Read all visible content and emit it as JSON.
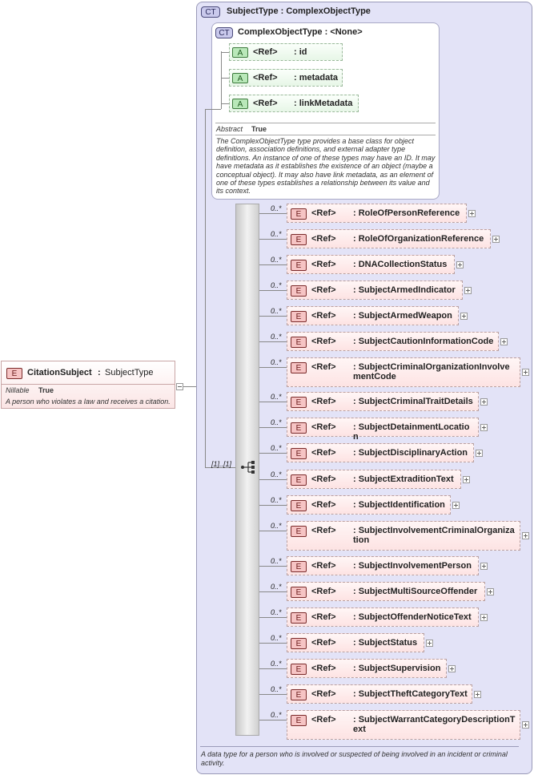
{
  "root": {
    "badge": "E",
    "name": "CitationSubject",
    "sep": ":",
    "type": "SubjectType",
    "nillable_label": "Nillable",
    "nillable_value": "True",
    "description": "A person who violates a law and receives a citation."
  },
  "subject_type": {
    "badge": "CT",
    "title": "SubjectType : ComplexObjectType",
    "description": "A data type for a person who is involved or suspected of being involved in an incident or criminal activity."
  },
  "complex_object_type": {
    "badge": "CT",
    "title": "ComplexObjectType : <None>",
    "abstract_label": "Abstract",
    "abstract_value": "True",
    "description": "The ComplexObjectType type provides a base class for object definition, association definitions, and external adapter type definitions. An instance of one of these types may have an ID. It may have metadata as it establishes the existence of an object (maybe a conceptual object). It may also have link metadata, as an element of one of these types establishes a relationship between its value and its context.",
    "attributes": [
      {
        "badge": "A",
        "ref": "<Ref>",
        "name": ": id"
      },
      {
        "badge": "A",
        "ref": "<Ref>",
        "name": ": metadata"
      },
      {
        "badge": "A",
        "ref": "<Ref>",
        "name": ": linkMetadata"
      }
    ]
  },
  "sequence": {
    "multiplicity": "[1]..[1]"
  },
  "elements": [
    {
      "mult": "0..*",
      "badge": "E",
      "ref": "<Ref>",
      "name": ": RoleOfPersonReference"
    },
    {
      "mult": "0..*",
      "badge": "E",
      "ref": "<Ref>",
      "name": ": RoleOfOrganizationReference"
    },
    {
      "mult": "0..*",
      "badge": "E",
      "ref": "<Ref>",
      "name": ": DNACollectionStatus"
    },
    {
      "mult": "0..*",
      "badge": "E",
      "ref": "<Ref>",
      "name": ": SubjectArmedIndicator"
    },
    {
      "mult": "0..*",
      "badge": "E",
      "ref": "<Ref>",
      "name": ": SubjectArmedWeapon"
    },
    {
      "mult": "0..*",
      "badge": "E",
      "ref": "<Ref>",
      "name": ": SubjectCautionInformationCode"
    },
    {
      "mult": "0..*",
      "badge": "E",
      "ref": "<Ref>",
      "name": ": SubjectCriminalOrganizationInvolvementCode"
    },
    {
      "mult": "0..*",
      "badge": "E",
      "ref": "<Ref>",
      "name": ": SubjectCriminalTraitDetails"
    },
    {
      "mult": "0..*",
      "badge": "E",
      "ref": "<Ref>",
      "name": ": SubjectDetainmentLocation"
    },
    {
      "mult": "0..*",
      "badge": "E",
      "ref": "<Ref>",
      "name": ": SubjectDisciplinaryAction"
    },
    {
      "mult": "0..*",
      "badge": "E",
      "ref": "<Ref>",
      "name": ": SubjectExtraditionText"
    },
    {
      "mult": "0..*",
      "badge": "E",
      "ref": "<Ref>",
      "name": ": SubjectIdentification"
    },
    {
      "mult": "0..*",
      "badge": "E",
      "ref": "<Ref>",
      "name": ": SubjectInvolvementCriminalOrganization"
    },
    {
      "mult": "0..*",
      "badge": "E",
      "ref": "<Ref>",
      "name": ": SubjectInvolvementPerson"
    },
    {
      "mult": "0..*",
      "badge": "E",
      "ref": "<Ref>",
      "name": ": SubjectMultiSourceOffender"
    },
    {
      "mult": "0..*",
      "badge": "E",
      "ref": "<Ref>",
      "name": ": SubjectOffenderNoticeText"
    },
    {
      "mult": "0..*",
      "badge": "E",
      "ref": "<Ref>",
      "name": ": SubjectStatus"
    },
    {
      "mult": "0..*",
      "badge": "E",
      "ref": "<Ref>",
      "name": ": SubjectSupervision"
    },
    {
      "mult": "0..*",
      "badge": "E",
      "ref": "<Ref>",
      "name": ": SubjectTheftCategoryText"
    },
    {
      "mult": "0..*",
      "badge": "E",
      "ref": "<Ref>",
      "name": ": SubjectWarrantCategoryDescriptionText"
    }
  ]
}
